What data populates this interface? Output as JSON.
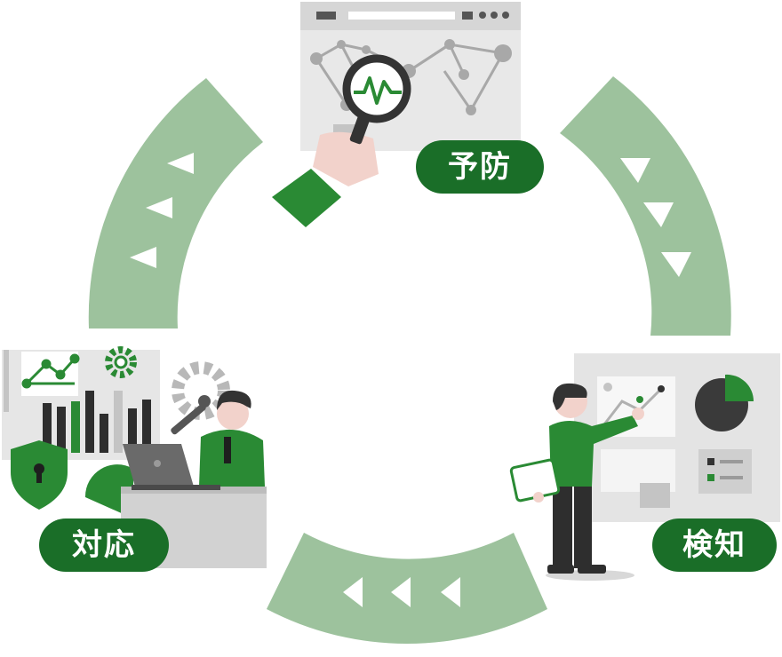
{
  "stages": [
    {
      "id": "prevent",
      "label": "予防"
    },
    {
      "id": "detect",
      "label": "検知"
    },
    {
      "id": "respond",
      "label": "対応"
    }
  ],
  "colors": {
    "arc": "#9dc29d",
    "pill": "#1a6e28",
    "accent_green": "#2a8a34",
    "dark": "#3a3a3a",
    "light_gray": "#e2e2e2",
    "mid_gray": "#c4c4c4"
  },
  "icons": [
    "magnifier-icon",
    "network-graph-icon",
    "pie-chart-icon",
    "gear-icon",
    "shield-lock-icon",
    "wrench-icon",
    "laptop-icon",
    "clipboard-icon",
    "line-chart-icon"
  ]
}
